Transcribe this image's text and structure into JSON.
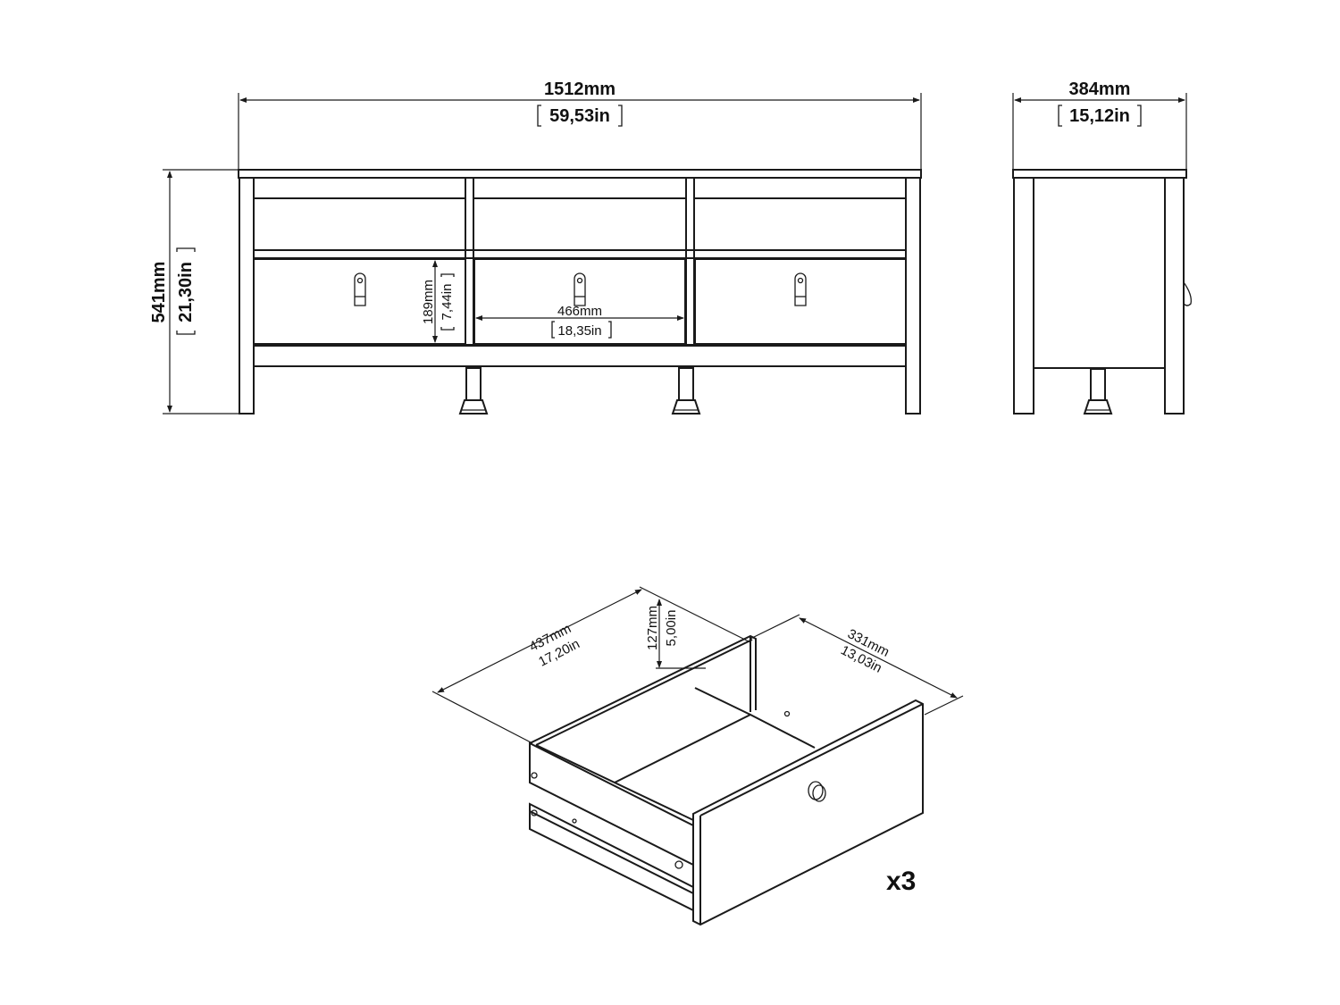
{
  "front_view": {
    "width_mm": "1512mm",
    "width_in": "59,53in",
    "height_mm": "541mm",
    "height_in": "21,30in",
    "drawer_height_mm": "189mm",
    "drawer_height_in": "7,44in",
    "drawer_width_mm": "466mm",
    "drawer_width_in": "18,35in"
  },
  "side_view": {
    "depth_mm": "384mm",
    "depth_in": "15,12in"
  },
  "drawer_detail": {
    "length_mm": "437mm",
    "length_in": "17,20in",
    "height_mm": "127mm",
    "height_in": "5,00in",
    "width_mm": "331mm",
    "width_in": "13,03in",
    "quantity": "x3"
  }
}
